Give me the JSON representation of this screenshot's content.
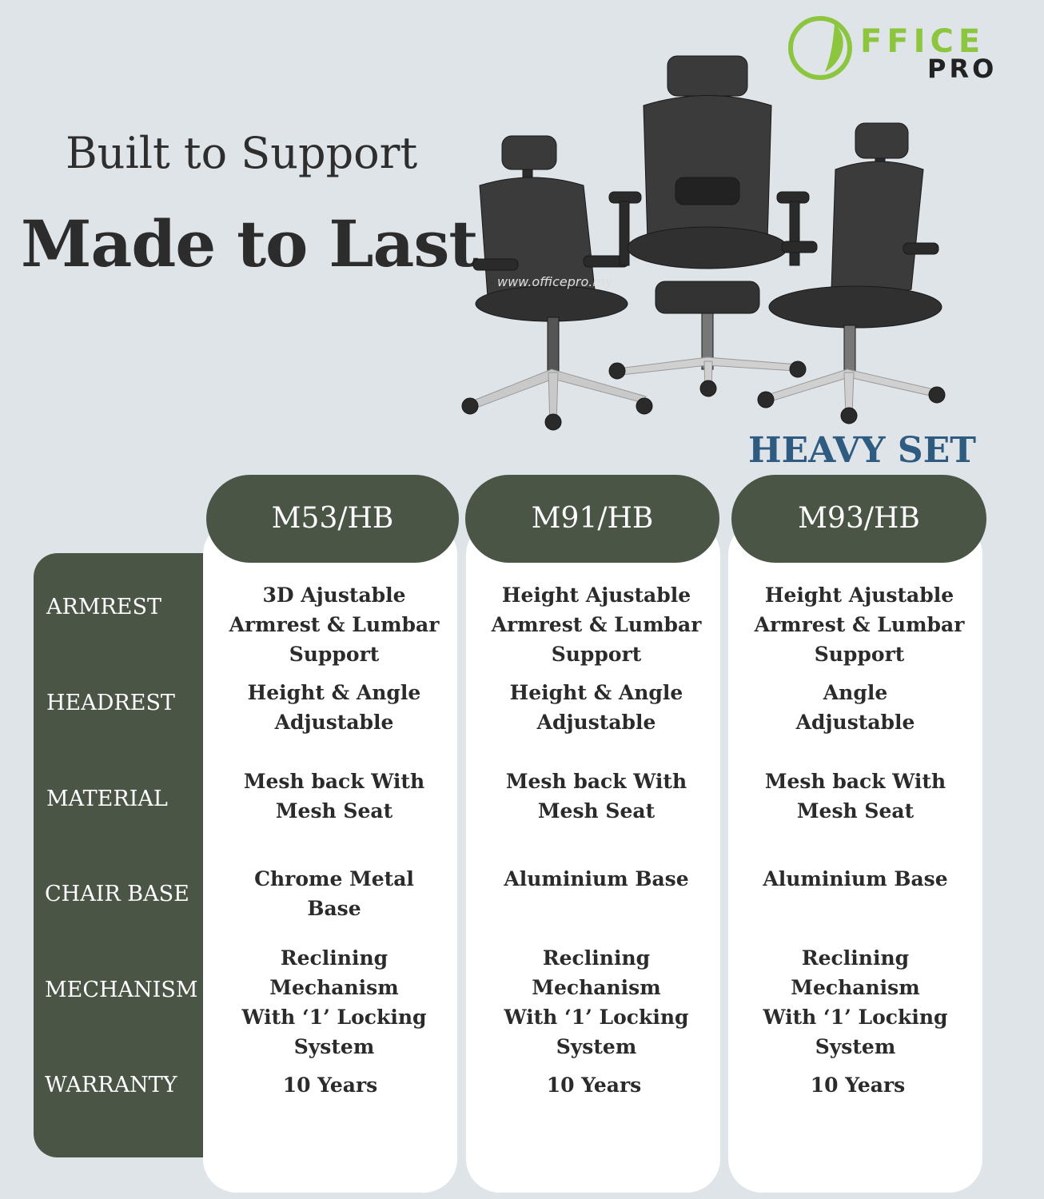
{
  "brand": {
    "logo_text": "FFICE",
    "logo_sub": "PRO",
    "colors": {
      "logo_green": "#8cc63f",
      "panel_green": "#4a5546",
      "title_blue": "#2f5b80"
    }
  },
  "hero": {
    "line1": "Built to Support",
    "line2": "Made to Last",
    "image_watermark": "www.officepro.my",
    "set_title": "HEAVY SET"
  },
  "table": {
    "row_labels": [
      "ARMREST",
      "HEADREST",
      "MATERIAL",
      "CHAIR BASE",
      "MECHANISM",
      "WARRANTY"
    ],
    "models": [
      {
        "name": "M53/HB",
        "armrest": "3D Ajustable\nArmrest & Lumbar\nSupport",
        "headrest": "Height & Angle\nAdjustable",
        "material": "Mesh back With\nMesh Seat",
        "chair_base": "Chrome Metal\nBase",
        "mechanism": "Reclining\nMechanism\nWith ‘1’ Locking\nSystem",
        "warranty": "10 Years"
      },
      {
        "name": "M91/HB",
        "armrest": "Height Ajustable\nArmrest & Lumbar\nSupport",
        "headrest": "Height & Angle\nAdjustable",
        "material": "Mesh back With\nMesh Seat",
        "chair_base": "Aluminium Base",
        "mechanism": "Reclining\nMechanism\nWith ‘1’ Locking\nSystem",
        "warranty": "10 Years"
      },
      {
        "name": "M93/HB",
        "armrest": "Height Ajustable\nArmrest & Lumbar\nSupport",
        "headrest": "Angle\nAdjustable",
        "material": "Mesh back With\nMesh Seat",
        "chair_base": "Aluminium Base",
        "mechanism": "Reclining\nMechanism\nWith ‘1’ Locking\nSystem",
        "warranty": "10 Years"
      }
    ]
  }
}
